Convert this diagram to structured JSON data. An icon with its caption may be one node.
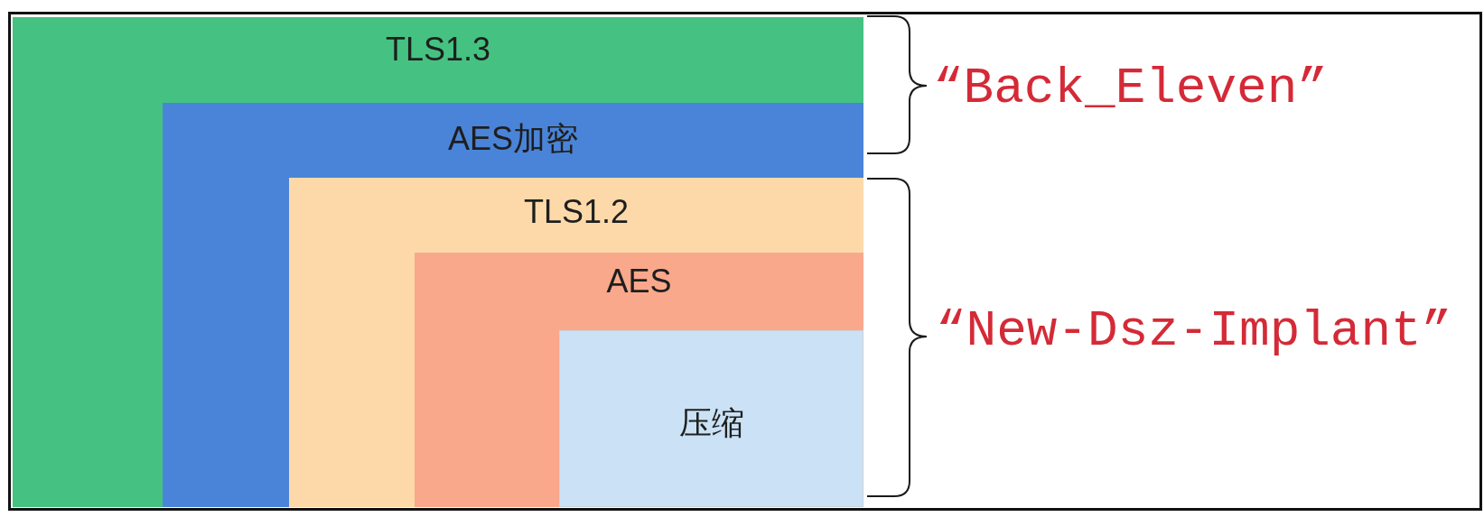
{
  "diagram": {
    "nodes": [
      {
        "text": [
          "TLS1.3"
        ]
      },
      {
        "text": [
          "AES加密"
        ],
        "in": 0
      },
      {
        "text": [
          "TLS1.2"
        ],
        "in": 1
      },
      {
        "text": [
          "AES"
        ],
        "in": 2
      },
      {
        "text": [
          "压缩"
        ],
        "in": 3
      }
    ],
    "labels": [
      "“Back_Eleven”",
      "“New-Dsz-Implant”"
    ]
  }
}
